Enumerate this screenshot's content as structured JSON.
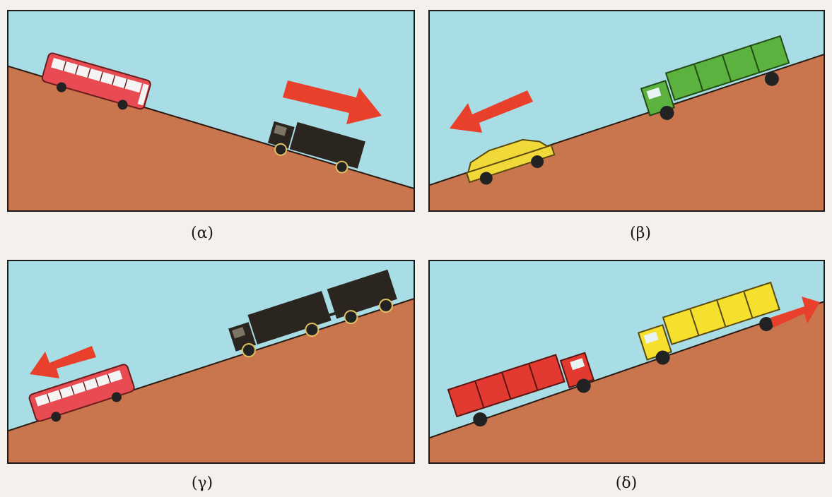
{
  "panels": [
    {
      "id": "a",
      "caption": "(α)",
      "arrow_color": "#e8402a"
    },
    {
      "id": "b",
      "caption": "(β)",
      "arrow_color": "#e8402a"
    },
    {
      "id": "g",
      "caption": "(γ)",
      "arrow_color": "#e8402a"
    },
    {
      "id": "d",
      "caption": "(δ)",
      "arrow_color": "#e8402a"
    }
  ],
  "colors": {
    "sky": "#a9dde6",
    "ground": "#c9764e",
    "bus_red": "#e84b52",
    "truck_dark": "#2b2520",
    "truck_green": "#5bb23e",
    "car_yellow": "#f2d93a",
    "truck_red": "#e23a30",
    "truck_yellow": "#f5e02e",
    "arrow": "#e8402a"
  }
}
